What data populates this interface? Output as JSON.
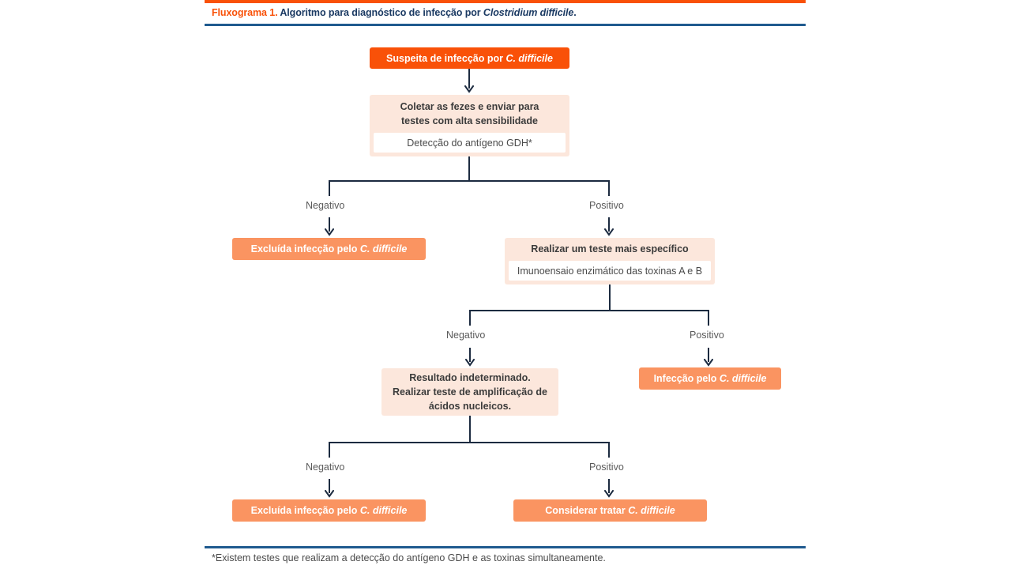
{
  "header": {
    "label_prefix": "Fluxograma 1.",
    "title_rest_1": " Algoritmo para diagnóstico de infecção por ",
    "title_italic": "Clostridium difficile",
    "title_rest_2": "."
  },
  "footer": {
    "footnote": "*Existem testes que realizam a detecção do antígeno GDH e as toxinas simultaneamente."
  },
  "colors": {
    "accent_orange": "#F95108",
    "salmon": "#FA9461",
    "peach": "#FCE7DC",
    "navy_line": "#1C2B40",
    "rule_blue": "#1F5A8F",
    "title_navy": "#1B3A63"
  },
  "nodes": {
    "start": {
      "text_1": "Suspeita de infecção por ",
      "text_italic": "C. difficile"
    },
    "collect": {
      "head_line1": "Coletar as fezes e enviar para",
      "head_line2": "testes com alta sensibilidade",
      "sub": "Detecção do antígeno GDH*"
    },
    "excluded_1": {
      "text_1": "Excluída infecção pelo ",
      "text_italic": "C. difficile"
    },
    "specific_test": {
      "head": "Realizar um teste mais específico",
      "sub": "Imunoensaio enzimático das toxinas A e B"
    },
    "indeterminate": {
      "line1": "Resultado indeterminado.",
      "line2": "Realizar teste de amplificação de",
      "line3": "ácidos nucleicos."
    },
    "infection": {
      "text_1": "Infecção pelo ",
      "text_italic": "C. difficile"
    },
    "excluded_2": {
      "text_1": "Excluída infecção pelo ",
      "text_italic": "C. difficile"
    },
    "treat": {
      "text_1": "Considerar tratar ",
      "text_italic": "C. difficile"
    }
  },
  "edges": {
    "l1_negative": "Negativo",
    "l1_positive": "Positivo",
    "l2_negative": "Negativo",
    "l2_positive": "Positivo",
    "l3_negative": "Negativo",
    "l3_positive": "Positivo"
  }
}
